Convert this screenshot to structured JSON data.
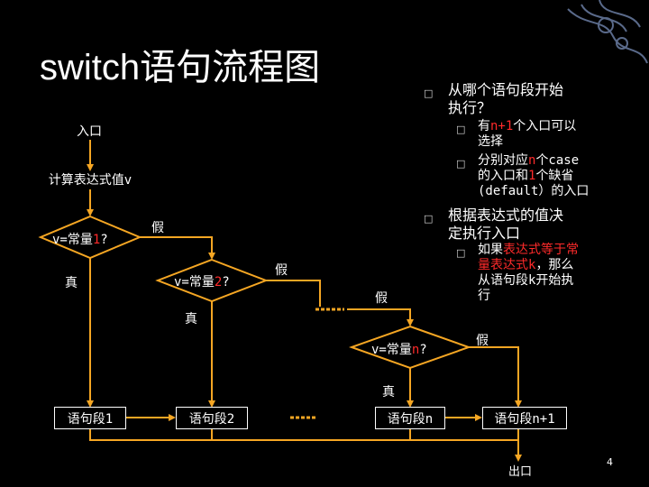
{
  "title": "switch语句流程图",
  "page_number": "4",
  "flow": {
    "entry": "入口",
    "compute": "计算表达式值v",
    "cond1_pre": "v=常量",
    "cond1_num": "1",
    "cond1_post": "?",
    "cond2_pre": "v=常量",
    "cond2_num": "2",
    "cond2_post": "?",
    "condn_pre": "v=常量",
    "condn_num": "n",
    "condn_post": "?",
    "false1": "假",
    "false2": "假",
    "false3": "假",
    "false4": "假",
    "true1": "真",
    "true2": "真",
    "true3": "真",
    "seg1": "语句段1",
    "seg2": "语句段2",
    "segn": "语句段n",
    "segn1": "语句段n+1",
    "exit": "出口"
  },
  "notes": {
    "q1_a": "从哪个语句段开始",
    "q1_b": "执行？",
    "s1_a_pre": "有",
    "s1_a_red": "n+1",
    "s1_a_post": "个入口可以",
    "s1_b": "选择",
    "s2_a_pre": "分别对应",
    "s2_a_red": "n",
    "s2_a_post": "个case",
    "s2_b_pre": "的入口和",
    "s2_b_red": "1",
    "s2_b_post": "个缺省",
    "s2_c": "(default）的入口",
    "q2_a": "根据表达式的值决",
    "q2_b": "定执行入口",
    "s3_a_pre": "如果",
    "s3_a_red": "表达式等于常",
    "s3_b_red": "量表达式k",
    "s3_b_post": "，那么",
    "s3_c": "从语句段k开始执",
    "s3_d": "行",
    "bullet": "□"
  },
  "colors": {
    "line": "#f5a623",
    "highlight": "#ff2a2a",
    "background": "#000000"
  }
}
